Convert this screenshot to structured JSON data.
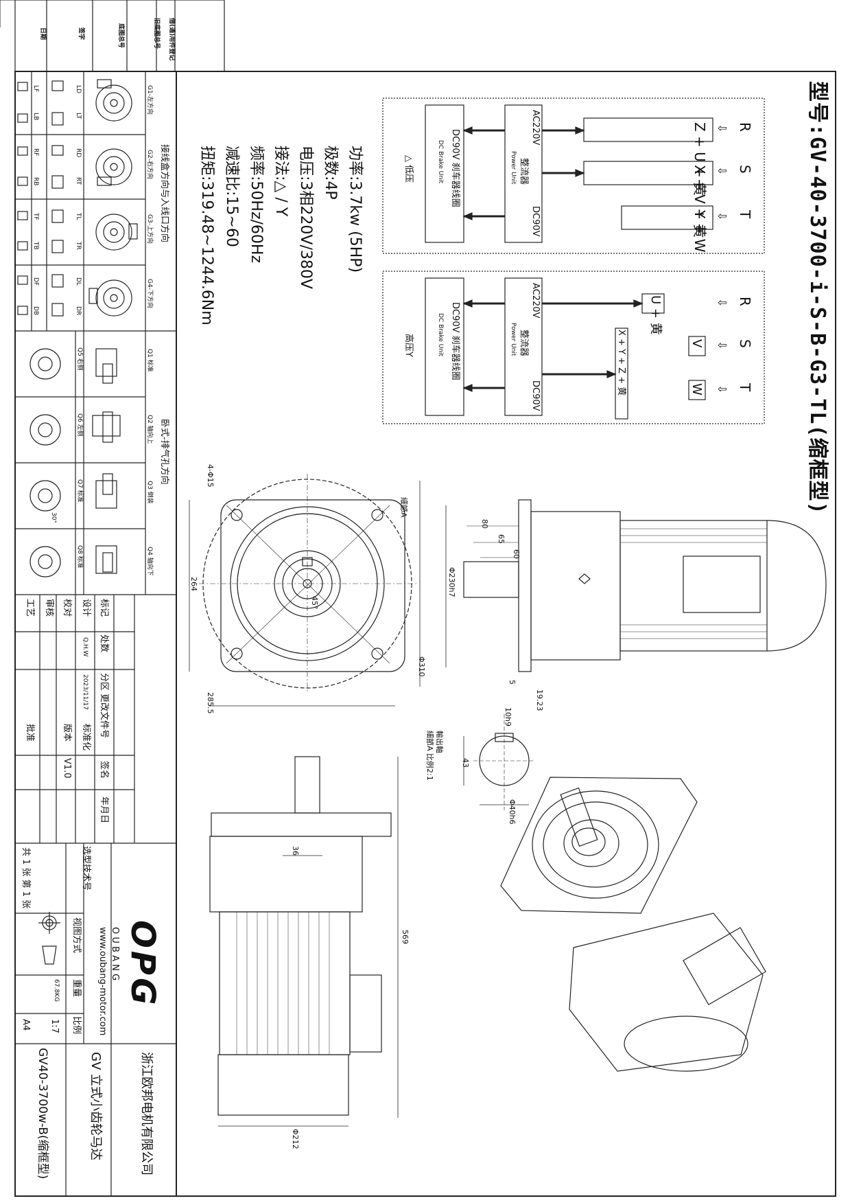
{
  "model": "型号:GV-40-3700-i-S-B-G3-TL(缩框型)",
  "specs": [
    "功率:3.7kw (5HP)",
    "极数:4P",
    "电压:3相220V/380V",
    "接法:△ / Y",
    "频率:50Hz/60Hz",
    "减速比:15~60",
    "扭矩:319.48~1244.6Nm"
  ],
  "wiring_low": {
    "title": "△ 低压",
    "terminals": [
      "R",
      "S",
      "T"
    ],
    "arrows": [
      "⇩",
      "⇩",
      "⇩"
    ],
    "pairs": [
      "Z + U + 黄",
      "X + V + 黄",
      "Y + W"
    ],
    "rectifier": [
      "AC220V",
      "整流器",
      "Power Unit",
      "DC90V"
    ],
    "coil": [
      "DC90V 刹车器线圈",
      "DC Brake Unit"
    ]
  },
  "wiring_high": {
    "title": "高压Y",
    "terminals": [
      "R",
      "S",
      "T"
    ],
    "arrows": [
      "⇩",
      "⇩",
      "⇩"
    ],
    "pairs": [
      "U + 黄",
      "V",
      "W"
    ],
    "star": "X + Y + Z + 黄",
    "rectifier": [
      "AC220V",
      "整流器",
      "Power Unit",
      "DC90V"
    ],
    "coil": [
      "DC90V 刹车器线圈",
      "DC Brake Unit"
    ]
  },
  "dims": {
    "hole": "4-Φ15",
    "detail_a": "細節A",
    "d264": "264",
    "d2855": "285.5",
    "d310": "Φ310",
    "a45": "45°",
    "d80": "80",
    "d65": "65",
    "d60": "60",
    "d230": "Φ230h7",
    "d5": "5",
    "d1923": "19.23",
    "key": "10h9",
    "d43": "43",
    "d40": "Φ40h6",
    "shaft_note": "輸出軸",
    "detail_scale": "細節A 比例2:1",
    "d36": "36",
    "d569": "569",
    "d212": "Φ212"
  },
  "mounting": {
    "header": "接线盒方向与入线口方向",
    "cols": [
      "G1-左方向",
      "G2-右方向",
      "G3-上方向",
      "G4-下方向"
    ],
    "codes": [
      [
        "LD",
        "LT",
        "LF",
        "LB"
      ],
      [
        "RD",
        "RT",
        "RF",
        "RB"
      ],
      [
        "TL",
        "TR",
        "TF",
        "TB"
      ],
      [
        "DL",
        "DR",
        "DF",
        "DB"
      ]
    ],
    "horiz_header": "卧式-排气孔方向",
    "horiz": [
      "Q1 标准",
      "Q2 轴向上",
      "Q3 倒装",
      "Q4 轴向下"
    ],
    "horiz2": [
      "Q5 右侧",
      "Q6 左侧",
      "Q7 标准",
      "Q8 标准"
    ],
    "angle": "30°"
  },
  "top_labels": [
    "借(通)用件登记",
    "旧底图总号",
    "底图总号",
    "签字",
    "日期"
  ],
  "title_block": {
    "rows": [
      "标记",
      "处数",
      "分区",
      "更改文件号",
      "签名",
      "年月日"
    ],
    "design": "设计",
    "designer": "Q.H.W",
    "date": "2023/11/17",
    "std": "标准化",
    "check": "校对",
    "review": "审核",
    "craft": "工艺",
    "approve": "批准",
    "version_label": "版本",
    "version": "V1.0",
    "tech": "选型技术号",
    "view": "视图方式",
    "weight_label": "重量",
    "weight": "67.8KG",
    "scale_label": "比例",
    "scale": "1:7",
    "sheet": "共 1 张 第 1 张",
    "paper": "A4",
    "brand": "OPG",
    "brand_sub": "O U B A N G",
    "website": "www.oubang-motor.com",
    "company": "浙江欧邦电机有限公司",
    "product": "GV 立式小齿轮马达",
    "drawing_no": "GV40-3700w-B(缩框型)"
  }
}
